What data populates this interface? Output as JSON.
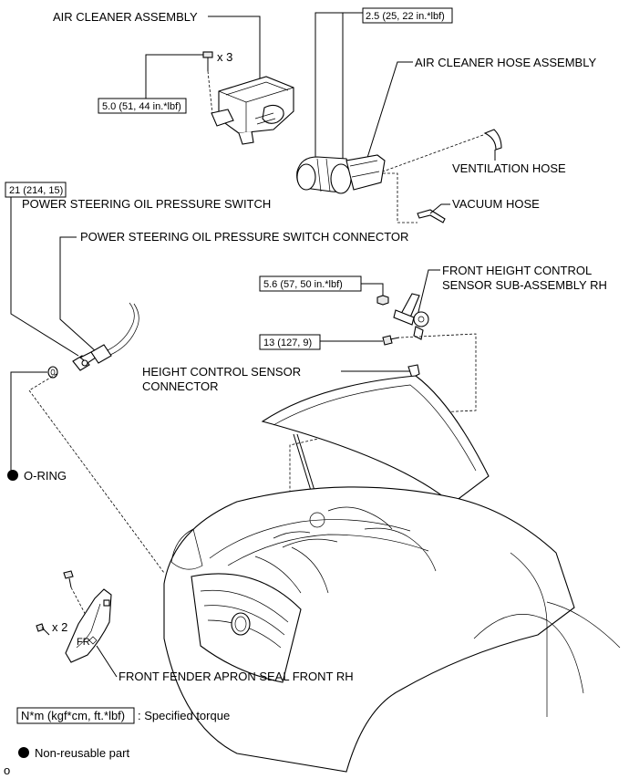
{
  "labels": {
    "air_cleaner_assembly": "AIR CLEANER ASSEMBLY",
    "air_cleaner_hose_assembly": "AIR CLEANER HOSE ASSEMBLY",
    "ventilation_hose": "VENTILATION HOSE",
    "vacuum_hose": "VACUUM HOSE",
    "ps_switch": "POWER STEERING OIL PRESSURE SWITCH",
    "ps_switch_connector": "POWER STEERING OIL PRESSURE SWITCH CONNECTOR",
    "front_height_sensor_l1": "FRONT HEIGHT CONTROL",
    "front_height_sensor_l2": "SENSOR SUB-ASSEMBLY RH",
    "height_sensor_connector_l1": "HEIGHT CONTROL SENSOR",
    "height_sensor_connector_l2": "CONNECTOR",
    "o_ring": "O-RING",
    "apron_seal": "FRONT FENDER APRON SEAL FRONT RH",
    "fr_mark": "FR"
  },
  "quantities": {
    "bolts_air_cleaner": "x 3",
    "bolts_apron_seal": "x 2"
  },
  "torques": {
    "hose_clamp": "2.5 (25, 22 in.*lbf)",
    "air_cleaner_bolt": "5.0 (51, 44 in.*lbf)",
    "ps_switch": "21 (214, 15)",
    "height_sensor_nut": "5.6 (57, 50 in.*lbf)",
    "height_sensor_bolt": "13 (127, 9)"
  },
  "legend": {
    "torque_unit": "N*m (kgf*cm, ft.*lbf)",
    "torque_desc": ": Specified torque",
    "nonreusable_desc": "Non-reusable part"
  },
  "figure_code": "o"
}
